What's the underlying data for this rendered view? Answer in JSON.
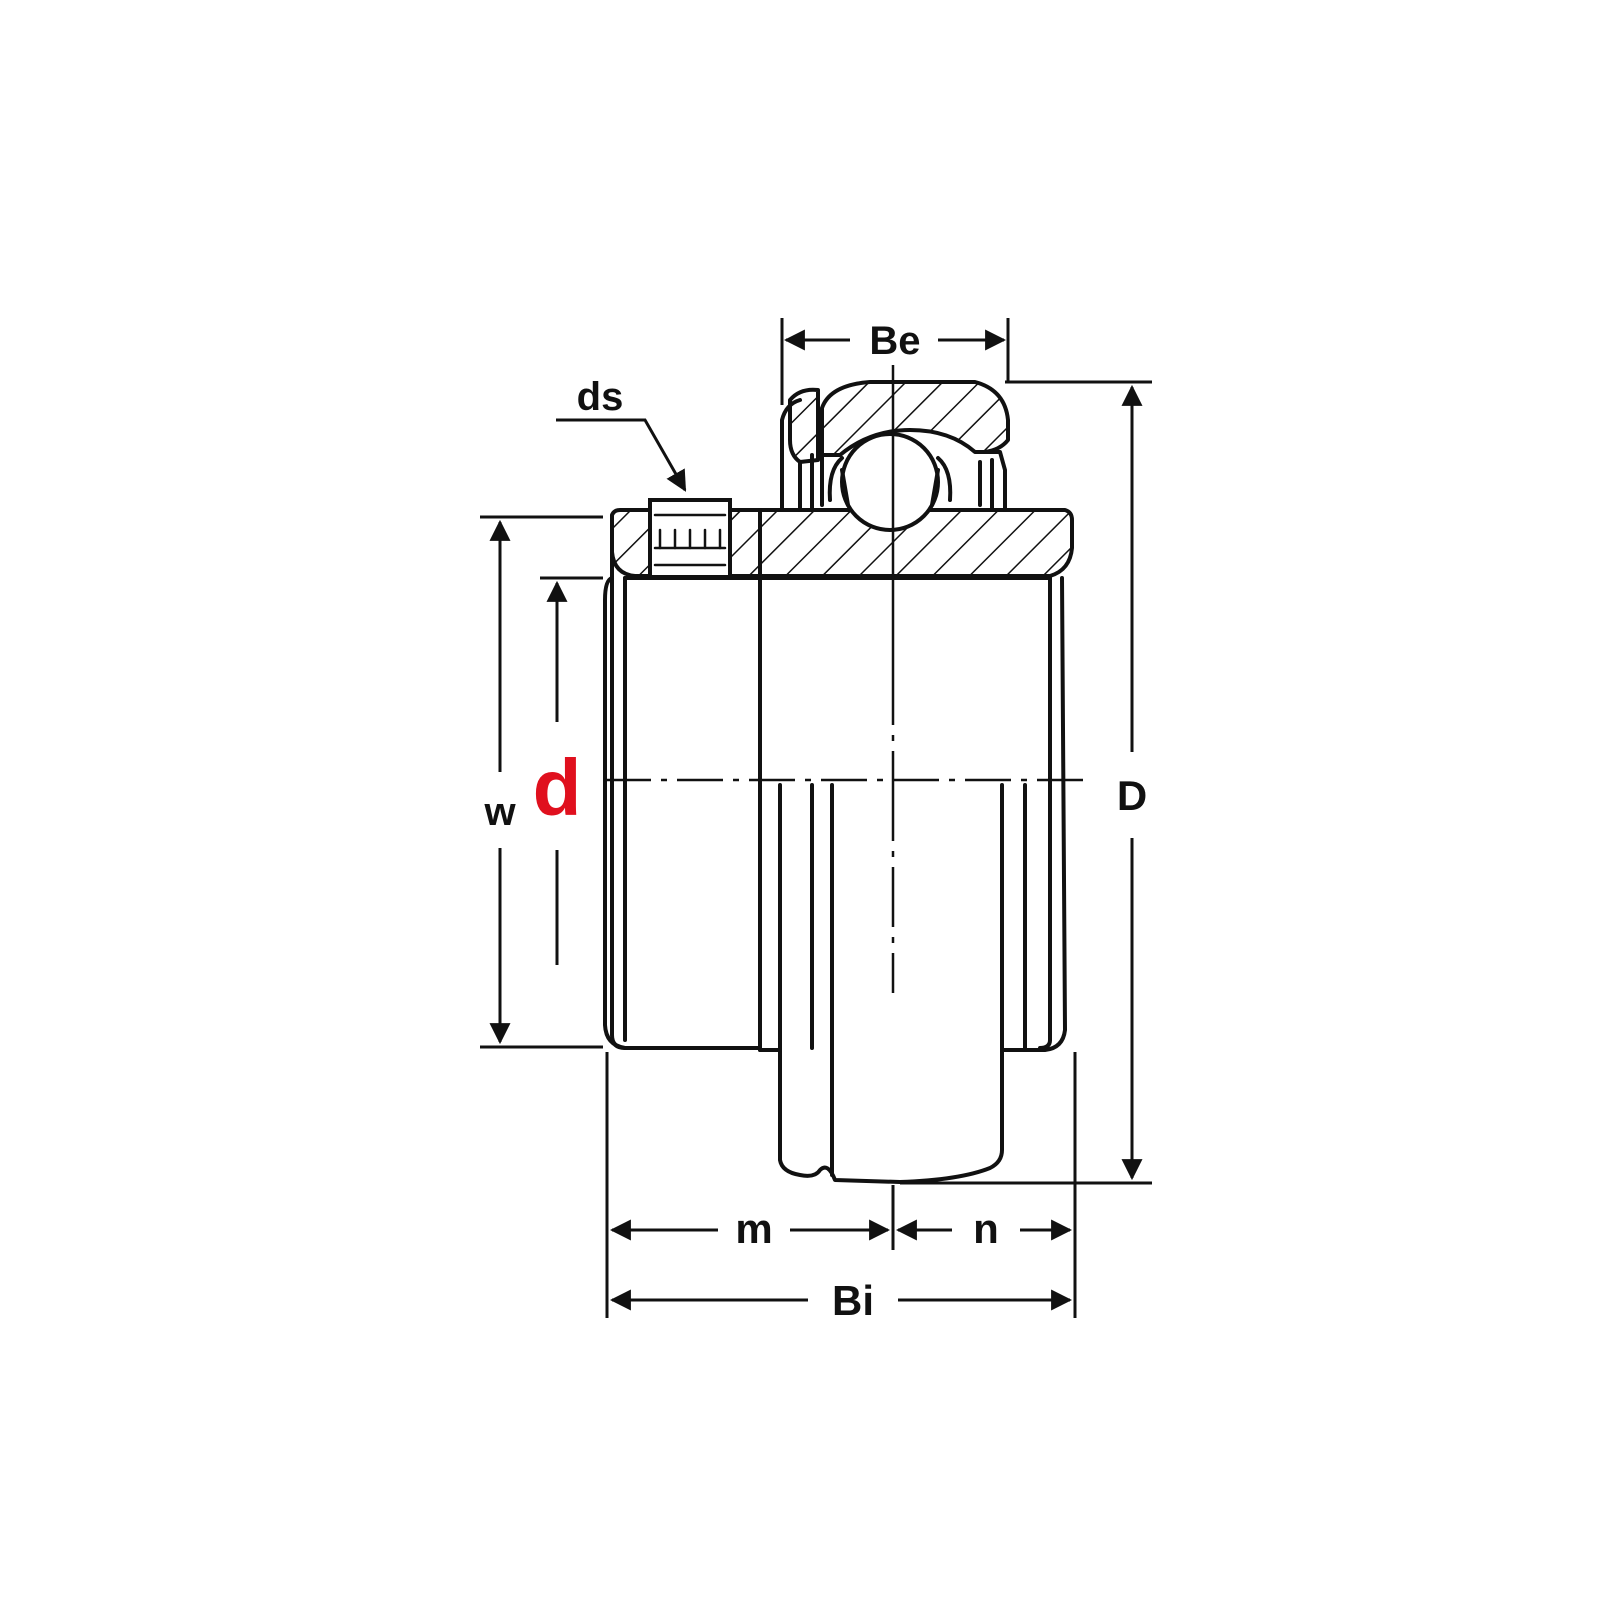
{
  "labels": {
    "be": "Be",
    "ds": "ds",
    "w": "w",
    "d": "d",
    "D": "D",
    "m": "m",
    "n": "n",
    "bi": "Bi"
  },
  "colors": {
    "accent": "#e0101e",
    "ink": "#111111"
  }
}
